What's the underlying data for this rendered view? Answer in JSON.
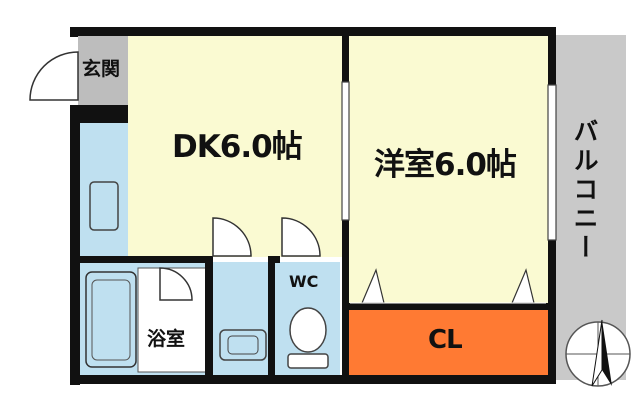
{
  "rooms": {
    "genkan": "玄関",
    "dk": "DK6.0帖",
    "yoshitsu": "洋室6.0帖",
    "balcony": "バルコニー",
    "wc": "WC",
    "yokushitsu": "浴室",
    "closet": "CL"
  },
  "colors": {
    "dk_floor": "#fafad2",
    "room_floor": "#fafad2",
    "wet_area": "#bfe0f0",
    "closet": "#ff7a33",
    "balcony": "#c9c9c9",
    "genkan": "#bdbdbd",
    "wall": "#111111"
  }
}
